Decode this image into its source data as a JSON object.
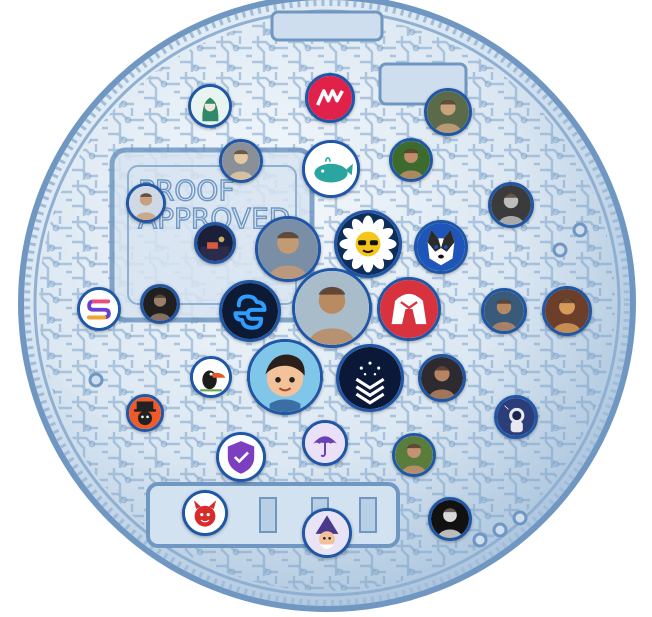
{
  "coin": {
    "engraving_lines": [
      "PROOF",
      "APPROVED"
    ]
  },
  "avatars": [
    {
      "id": "woman-green-illustration",
      "icon": "woman-illustration-icon",
      "bg": "#e8f4ef",
      "fg": "#2f8a6a"
    },
    {
      "id": "mg-logo",
      "icon": "mg-logo-icon",
      "bg": "#e0224a",
      "fg": "#ffffff"
    },
    {
      "id": "person-brown-hair",
      "icon": "person-photo-icon",
      "bg": "#5b6b4a",
      "fg": "#c9a37b"
    },
    {
      "id": "woman-blonde",
      "icon": "person-photo-icon",
      "bg": "#8a8f98",
      "fg": "#e3c9a3"
    },
    {
      "id": "whale-logo",
      "icon": "whale-icon",
      "bg": "#ffffff",
      "fg": "#2aa59f"
    },
    {
      "id": "man-green-shirt",
      "icon": "person-photo-icon",
      "bg": "#3d6b2e",
      "fg": "#c08e6a"
    },
    {
      "id": "man-white-shirt",
      "icon": "person-photo-icon",
      "bg": "#cfd8e3",
      "fg": "#c9a07d"
    },
    {
      "id": "old-man-portrait",
      "icon": "person-photo-icon",
      "bg": "#3b3b3b",
      "fg": "#bdbdbd"
    },
    {
      "id": "man-smiling-blue-shirt",
      "icon": "person-photo-icon",
      "bg": "#7a8ea5",
      "fg": "#c49a74"
    },
    {
      "id": "daisy-sunglasses",
      "icon": "daisy-icon",
      "bg": "#0f2d5a",
      "fg": "#ffffff"
    },
    {
      "id": "husky-logo",
      "icon": "husky-icon",
      "bg": "#1d56b8",
      "fg": "#ffffff"
    },
    {
      "id": "dark-room-photo",
      "icon": "room-photo-icon",
      "bg": "#1b1f3a",
      "fg": "#d85c3a"
    },
    {
      "id": "rainbow-s-logo",
      "icon": "s-logo-icon",
      "bg": "#ffffff",
      "fg": "#6a3fd1"
    },
    {
      "id": "man-dark-portrait",
      "icon": "person-photo-icon",
      "bg": "#202020",
      "fg": "#9a7f6b"
    },
    {
      "id": "cloud-link-logo",
      "icon": "cloud-link-icon",
      "bg": "#0c1a33",
      "fg": "#2f9cff"
    },
    {
      "id": "man-beard-cap",
      "icon": "person-photo-icon",
      "bg": "#a9bcc9",
      "fg": "#b98b63"
    },
    {
      "id": "red-helmet-logo",
      "icon": "helmet-icon",
      "bg": "#d8323e",
      "fg": "#ffffff"
    },
    {
      "id": "man-beard-blue",
      "icon": "person-photo-icon",
      "bg": "#3a5a7a",
      "fg": "#b88862"
    },
    {
      "id": "hooded-figure",
      "icon": "person-photo-icon",
      "bg": "#6b3f2a",
      "fg": "#d69a5a"
    },
    {
      "id": "toucan-illustration",
      "icon": "toucan-icon",
      "bg": "#ffffff",
      "fg": "#e25a2c"
    },
    {
      "id": "cartoon-boy",
      "icon": "cartoon-boy-icon",
      "bg": "#7fc6e8",
      "fg": "#f3c29a"
    },
    {
      "id": "stars-chevron-logo",
      "icon": "chevron-stars-icon",
      "bg": "#0b1838",
      "fg": "#ffffff"
    },
    {
      "id": "man-dark-background",
      "icon": "person-photo-icon",
      "bg": "#2d2a30",
      "fg": "#b58462"
    },
    {
      "id": "red-hat-character",
      "icon": "character-icon",
      "bg": "#f05a28",
      "fg": "#222222"
    },
    {
      "id": "astronaut-art",
      "icon": "astronaut-icon",
      "bg": "#2c3e7a",
      "fg": "#e8e8f0"
    },
    {
      "id": "umbrella-logo",
      "icon": "umbrella-icon",
      "bg": "#eae0f7",
      "fg": "#6c3fb5"
    },
    {
      "id": "purple-shield-logo",
      "icon": "shield-icon",
      "bg": "#ffffff",
      "fg": "#7b3fbf"
    },
    {
      "id": "man-smiling-outdoor",
      "icon": "person-photo-icon",
      "bg": "#5a7d3c",
      "fg": "#c59273"
    },
    {
      "id": "red-devil-mascot",
      "icon": "devil-icon",
      "bg": "#ffffff",
      "fg": "#d82b2b"
    },
    {
      "id": "wizard-character",
      "icon": "wizard-icon",
      "bg": "#e8e4f5",
      "fg": "#4b3a8c"
    },
    {
      "id": "dark-cloaked-figure",
      "icon": "person-photo-icon",
      "bg": "#111111",
      "fg": "#d9d9d9"
    }
  ]
}
